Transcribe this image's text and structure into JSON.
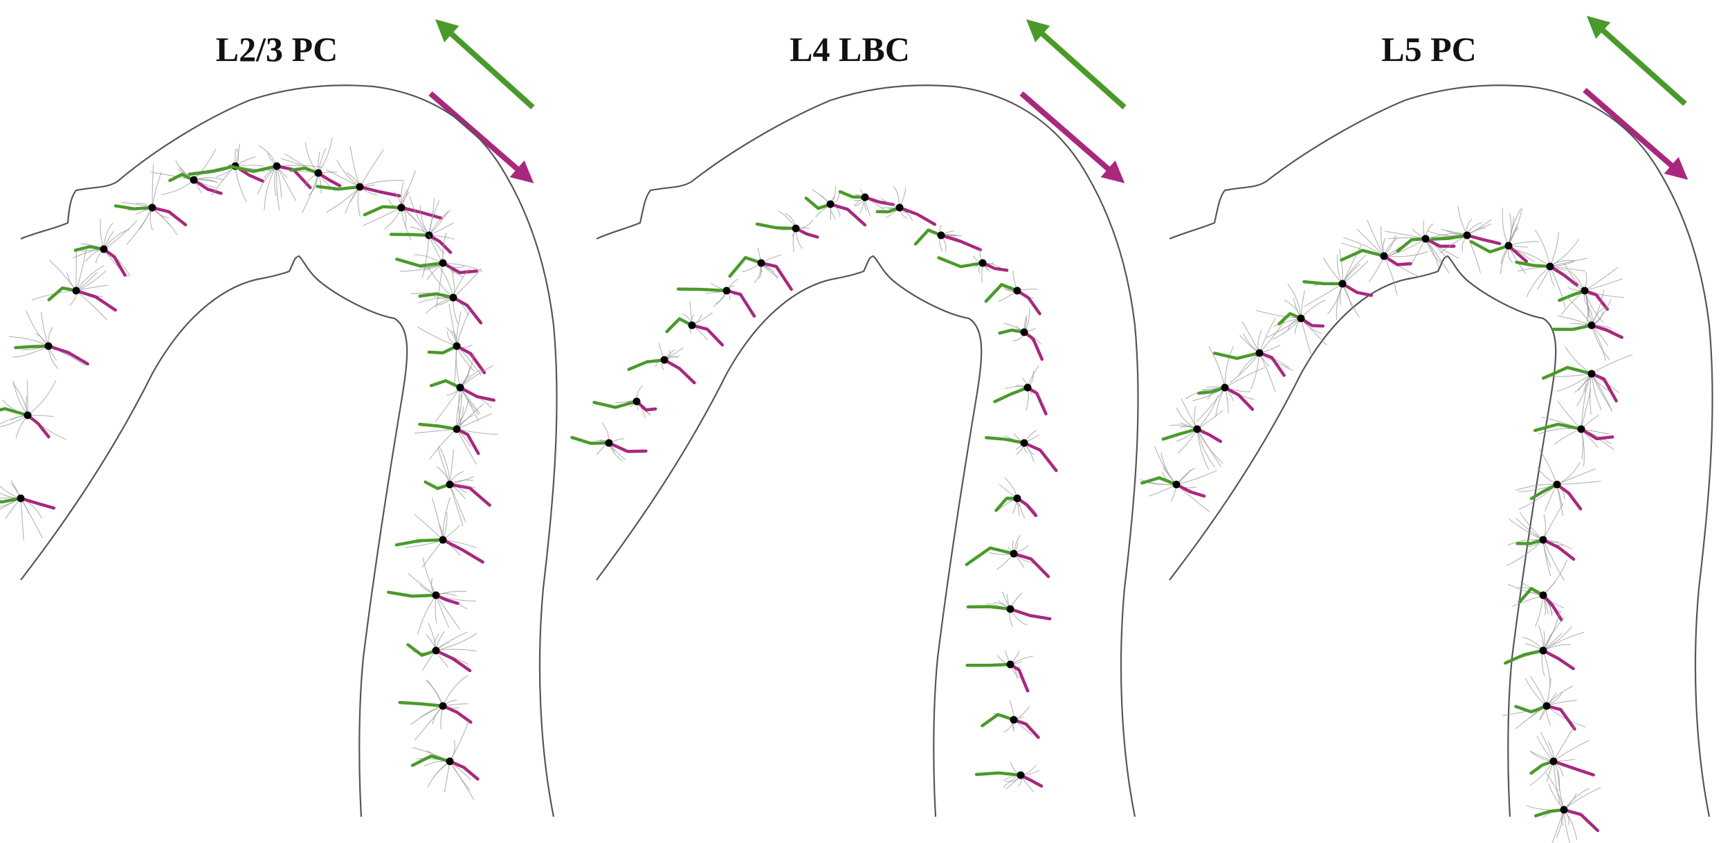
{
  "panels": [
    {
      "id": "l23",
      "title": "L2/3 PC"
    },
    {
      "id": "l4",
      "title": "L4 LBC"
    },
    {
      "id": "l5",
      "title": "L5 PC"
    }
  ],
  "colors": {
    "green": "#4a9a2a",
    "magenta": "#a8287e",
    "dendrite": "#9a9a9a",
    "outline": "#555555",
    "soma": "#000000"
  },
  "legend_icons": [
    "green-arrow-icon",
    "magenta-arrow-icon"
  ]
}
